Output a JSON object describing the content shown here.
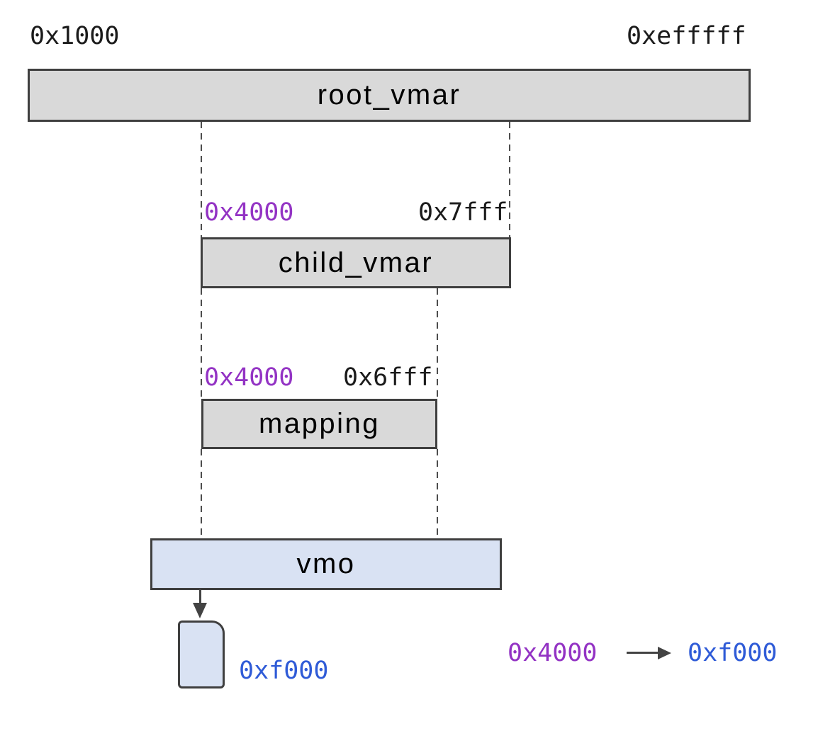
{
  "diagram": {
    "address_space": {
      "start_addr": "0x1000",
      "end_addr": "0xefffff"
    },
    "root_vmar": {
      "label": "root_vmar"
    },
    "child_vmar": {
      "label": "child_vmar",
      "start_addr": "0x4000",
      "end_addr": "0x7fff"
    },
    "mapping": {
      "label": "mapping",
      "start_addr": "0x4000",
      "end_addr": "0x6fff"
    },
    "vmo": {
      "label": "vmo"
    },
    "page": {
      "addr": "0xf000"
    },
    "translation": {
      "from_addr": "0x4000",
      "to_addr": "0xf000"
    },
    "colors": {
      "region_gray_fill": "#d9d9d9",
      "region_blue_fill": "#d9e2f3",
      "region_border": "#3f3f3f",
      "purple_addr_text": "#9333c4",
      "blue_addr_text": "#2f5bd7",
      "black_addr_text": "#1b1b1b",
      "dashed_guide": "#4d4d4d",
      "arrow": "#434343"
    }
  }
}
